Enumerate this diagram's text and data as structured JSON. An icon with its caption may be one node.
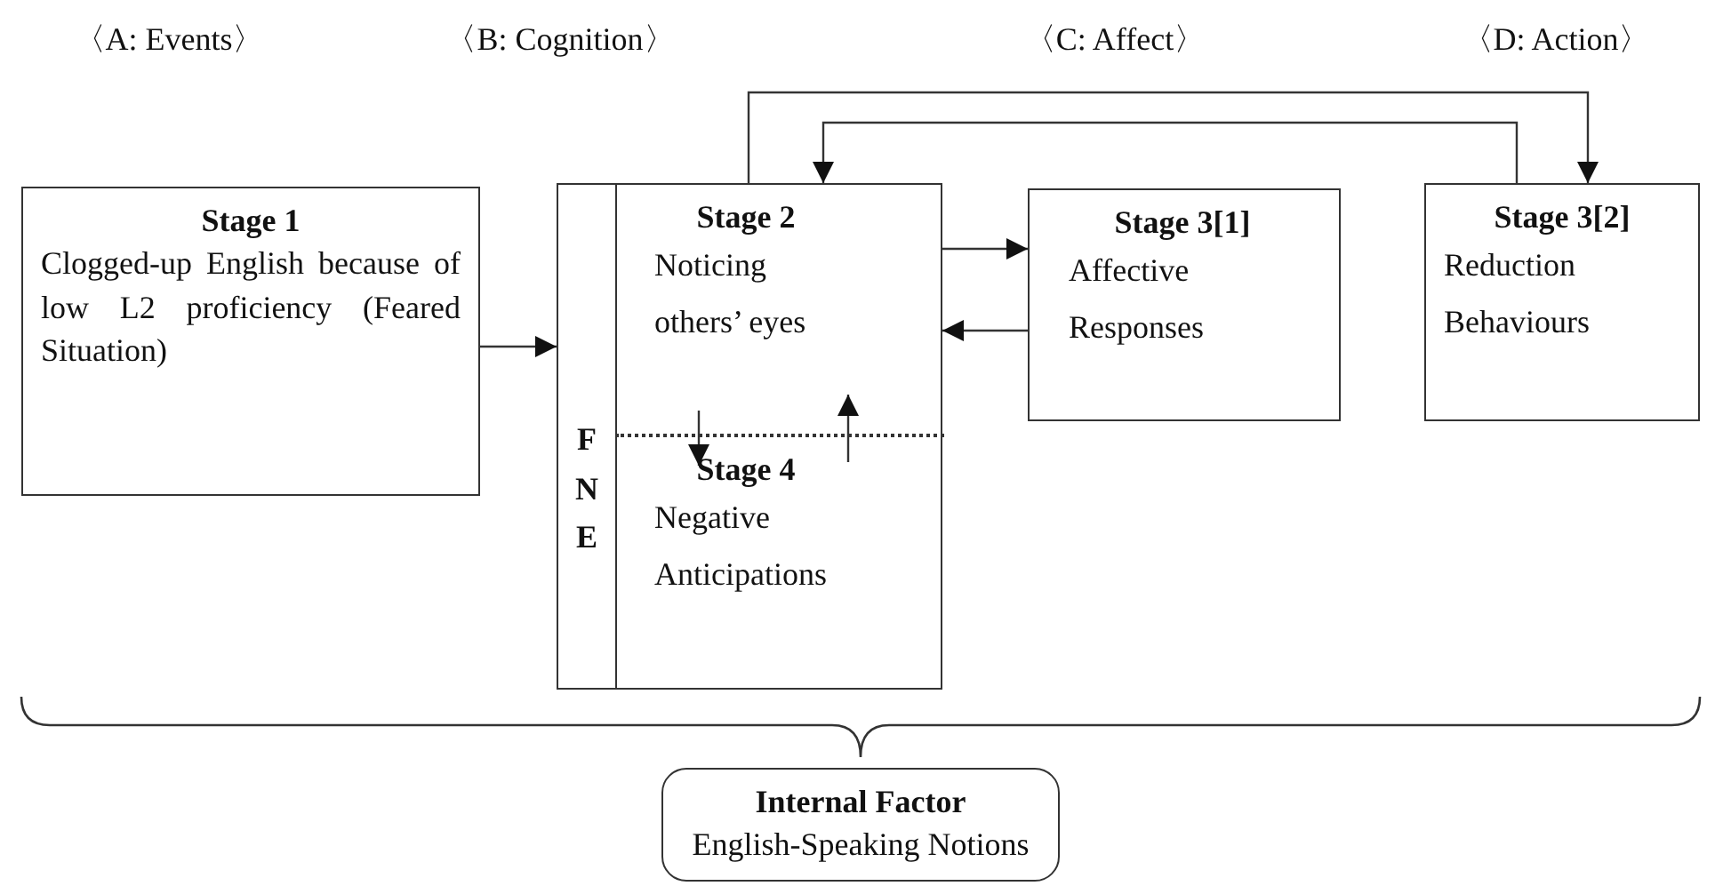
{
  "diagram": {
    "nodes": [
      {
        "text": [
          "Stage 1",
          "Clogged-up English because of low L2 proficiency (Feared Situation)"
        ]
      },
      {
        "text": [
          "F N E"
        ]
      },
      {
        "text": [
          "Stage 2",
          "Noticing others’ eyes"
        ],
        "in": 1
      },
      {
        "text": [
          "Stage 4",
          "Negative Anticipations"
        ],
        "in": 1
      },
      {
        "text": [
          "Stage 3[1]",
          "Affective Responses"
        ]
      },
      {
        "text": [
          "Stage 3[2]",
          "Reduction Behaviours"
        ]
      },
      {
        "text": [
          "Internal Factor",
          "English-Speaking Notions"
        ]
      }
    ],
    "edges": [
      {
        "from": 0,
        "to": 1,
        "arrow": "to"
      },
      {
        "from": 2,
        "to": 4,
        "arrow": "to"
      },
      {
        "from": 4,
        "to": 2,
        "arrow": "to"
      },
      {
        "from": 2,
        "to": 3,
        "arrow": "to"
      },
      {
        "from": 3,
        "to": 2,
        "arrow": "to"
      },
      {
        "from": 2,
        "to": 5,
        "arrow": "to"
      },
      {
        "from": 5,
        "to": 2,
        "arrow": "to"
      }
    ],
    "labels": [
      "〈A: Events〉",
      "〈B: Cognition〉",
      "〈C: Affect〉",
      "〈D: Action〉"
    ]
  }
}
